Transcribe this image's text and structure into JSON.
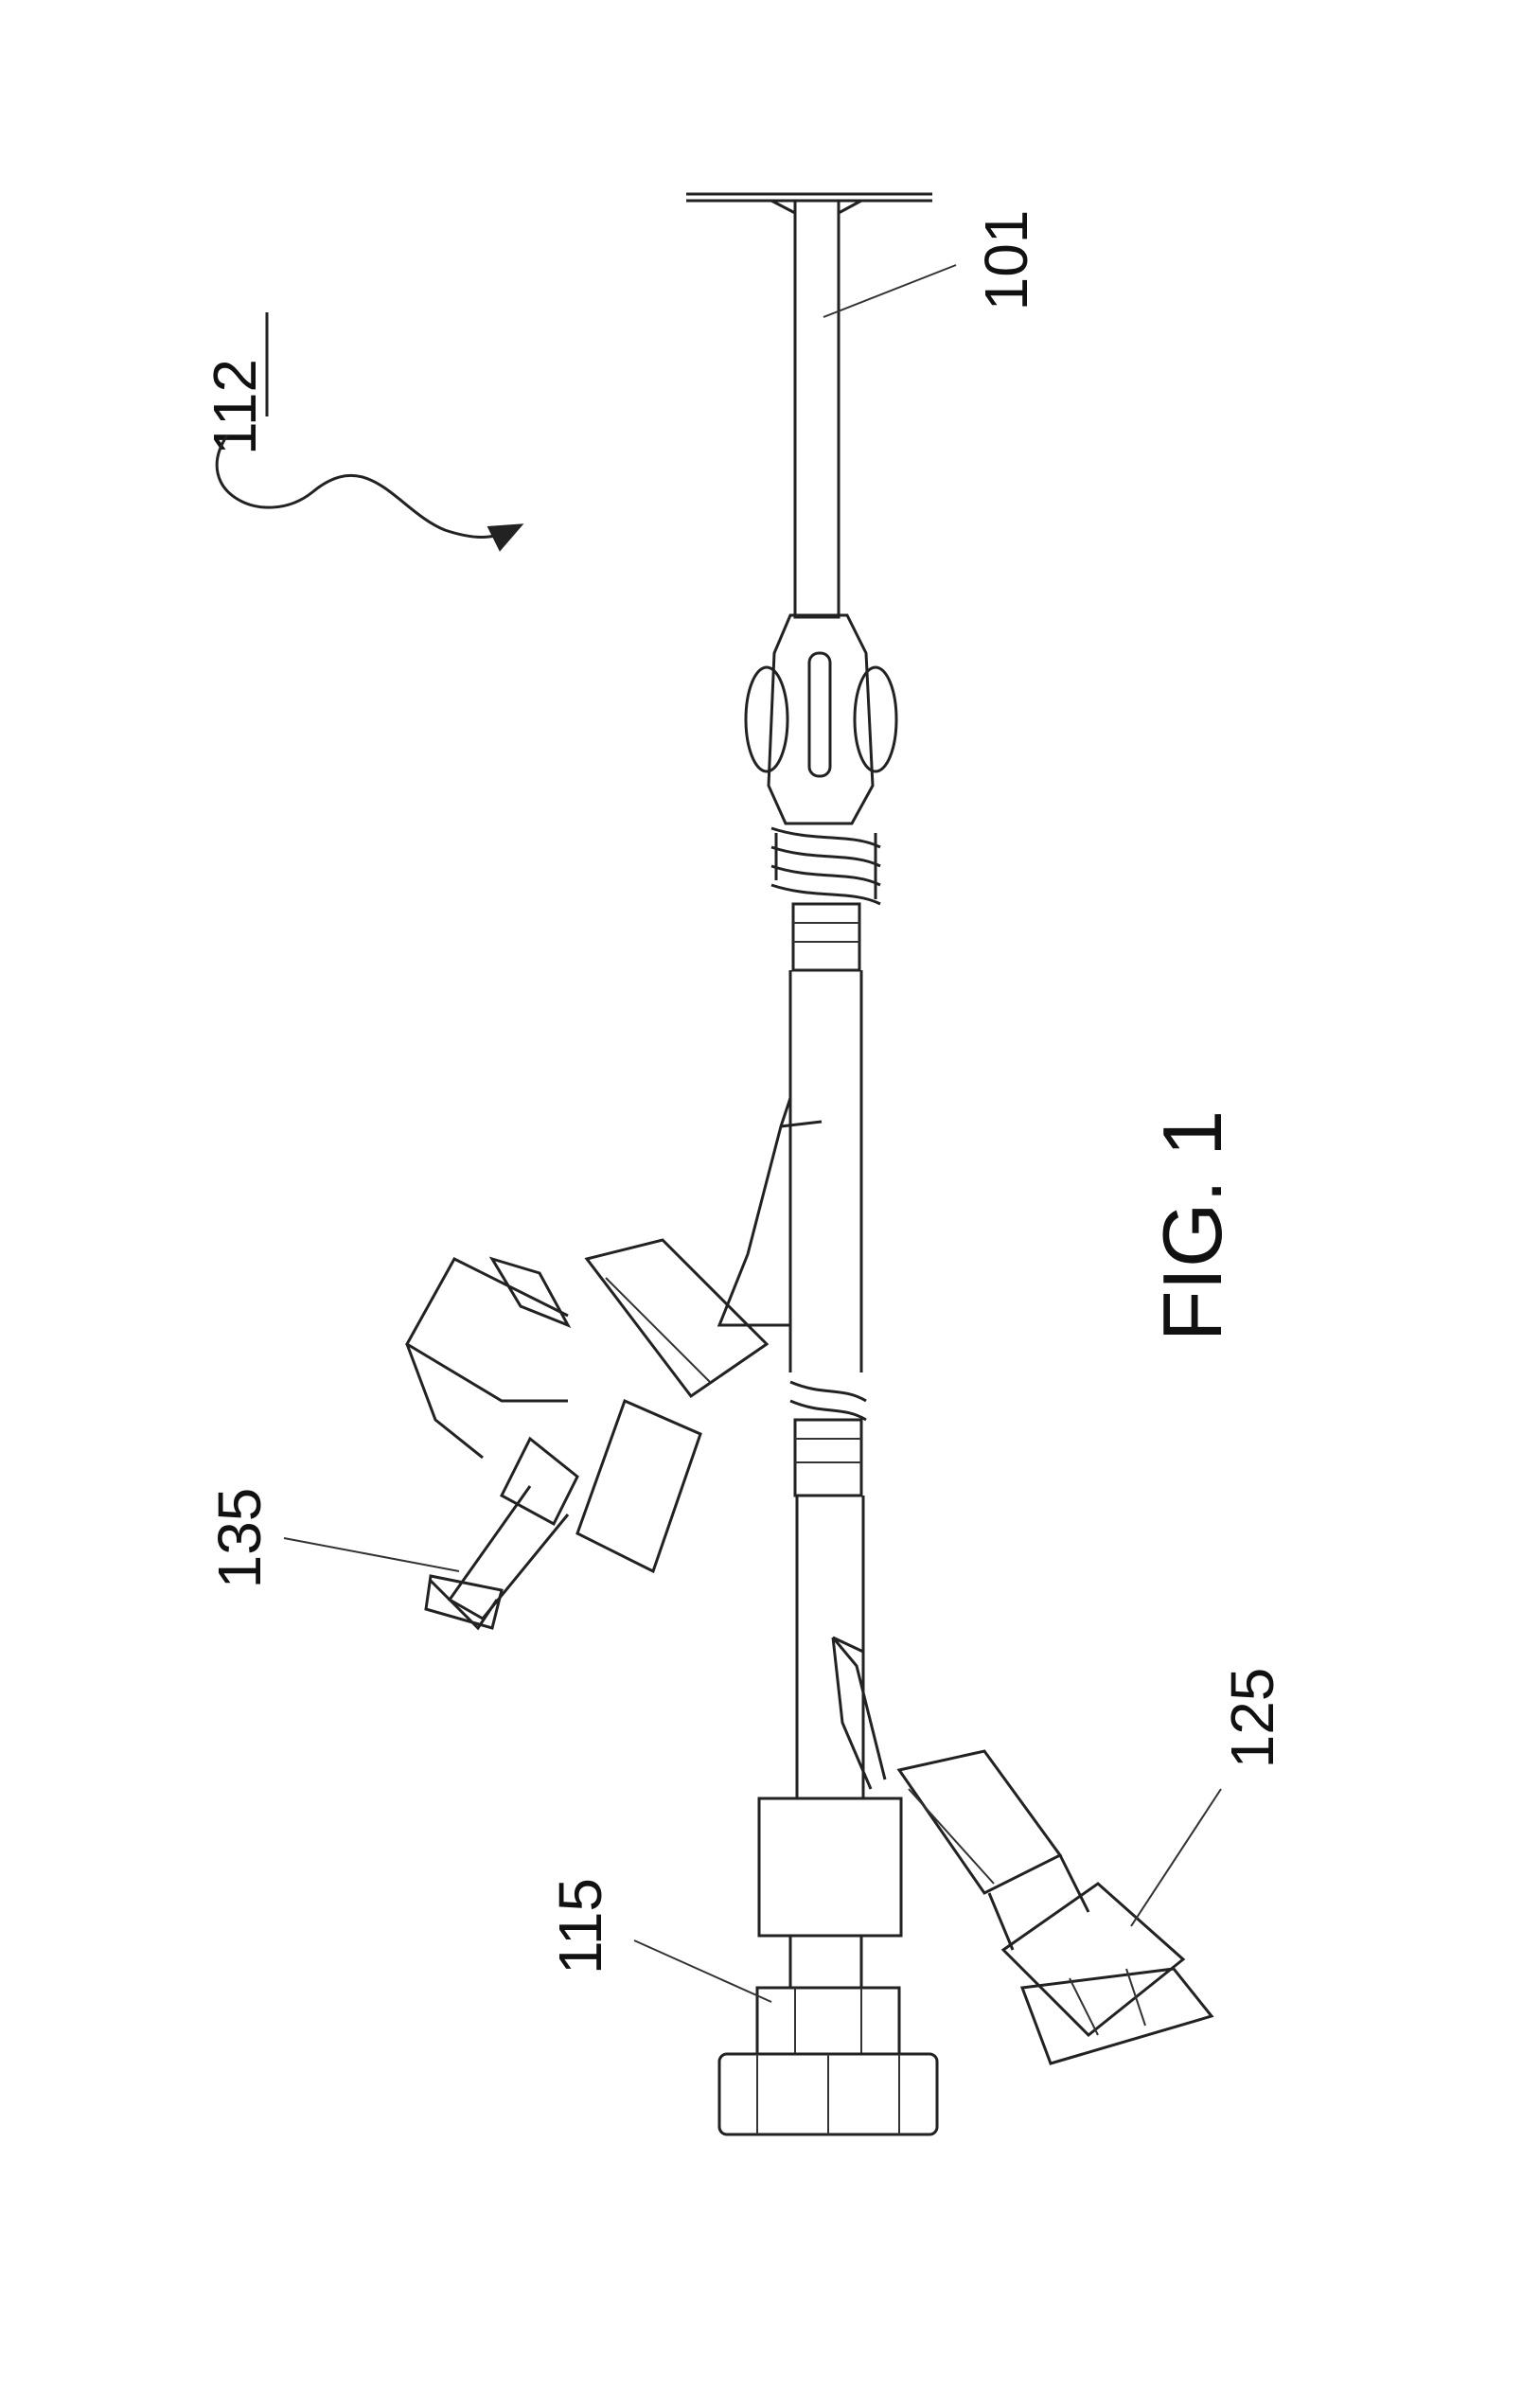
{
  "figure": {
    "caption": "FIG. 1",
    "assembly_ref": "112",
    "labels": {
      "sheath_tube": "101",
      "hub_end_cap": "115",
      "lower_side_port": "125",
      "stopcock_valve": "135"
    }
  },
  "colors": {
    "line": "#222222",
    "background": "#ffffff"
  }
}
